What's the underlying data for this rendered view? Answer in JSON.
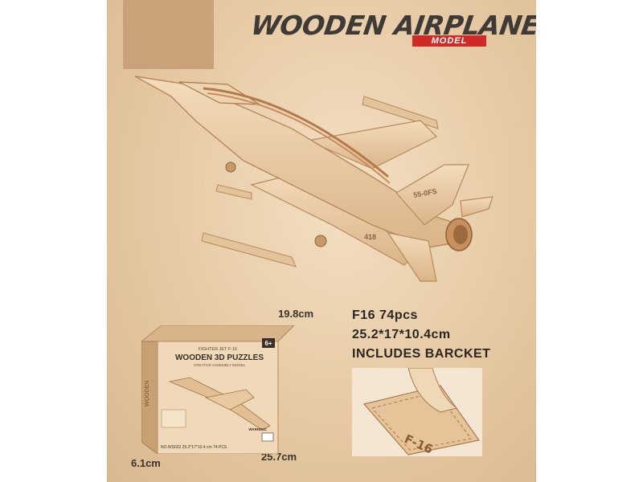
{
  "title": "WOODEN AIRPLANE",
  "badge": "MODEL",
  "plane_marks": {
    "tail_code": "55-0FS",
    "nose_number": "418"
  },
  "dimensions": {
    "height": "19.8cm",
    "depth": "6.1cm",
    "width": "25.7cm"
  },
  "specs": {
    "line1": "F16   74pcs",
    "line2": "25.2*17*10.4cm",
    "line3": "INCLUDES BARCKET"
  },
  "box_label": {
    "subtitle": "FIGHTER JET   F-16",
    "title": "WOODEN 3D PUZZLES",
    "tagline": "CREATIVE ASSEMBLY MODEL",
    "age": "6+",
    "warning": "WARNING:",
    "model_no": "NO.WS022  25.2*17*10.4 cm  74 PCS",
    "side_text": "WOODEN"
  },
  "stand_label": "F-16",
  "colors": {
    "background": "#e6c9a2",
    "wood": "#e8cba4",
    "wood_dark": "#c89a6c",
    "title": "#3e3a38",
    "badge": "#cf2a25"
  }
}
